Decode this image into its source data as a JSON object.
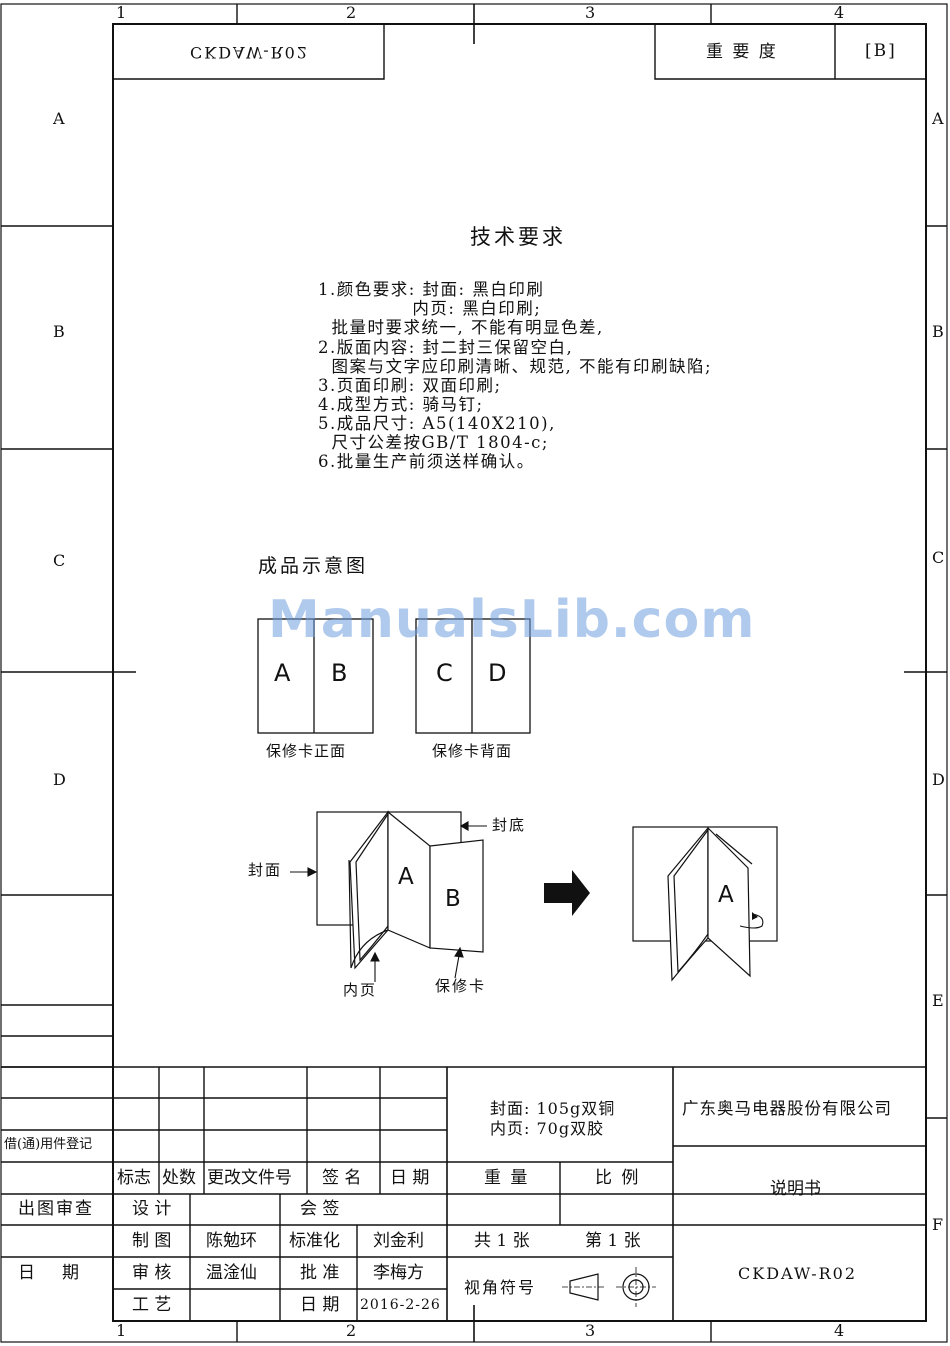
{
  "drawing": {
    "code_mirrored": "CKDAW-R02",
    "importance_label": "重 要 度",
    "importance_value": "[B]",
    "col_labels": [
      "1",
      "2",
      "3",
      "4"
    ],
    "row_labels_left": [
      "A",
      "B",
      "C",
      "D"
    ],
    "row_labels_right": [
      "A",
      "B",
      "C",
      "D",
      "E",
      "F"
    ]
  },
  "tech_req": {
    "title": "技术要求",
    "lines": [
      "1.颜色要求: 封面: 黑白印刷",
      "              内页: 黑白印刷;",
      "  批量时要求统一, 不能有明显色差,",
      "2.版面内容: 封二封三保留空白,",
      "  图案与文字应印刷清晰、规范, 不能有印刷缺陷;",
      "3.页面印刷: 双面印刷;",
      "4.成型方式: 骑马钉;",
      "5.成品尺寸: A5(140X210),",
      "  尺寸公差按GB/T 1804-c;",
      "6.批量生产前须送样确认。"
    ]
  },
  "diagram": {
    "title": "成品示意图",
    "front_letters": [
      "A",
      "B"
    ],
    "front_caption": "保修卡正面",
    "back_letters": [
      "C",
      "D"
    ],
    "back_caption": "保修卡背面",
    "lbl_cover": "封面",
    "lbl_back_cover": "封底",
    "lbl_inner": "内页",
    "lbl_card": "保修卡",
    "booklet_letters": [
      "A",
      "B"
    ],
    "result_letter": "A"
  },
  "watermark": "ManualsLib.com",
  "title_block": {
    "borrow_label": "借(通)用件登记",
    "material_line1": "封面: 105g双铜",
    "material_line2": "内页: 70g双胶",
    "company": "广东奥马电器股份有限公司",
    "doc_name": "说明书",
    "doc_code": "CKDAW-R02",
    "rev_headers": [
      "标志",
      "处数",
      "更改文件号",
      "签 名",
      "日 期"
    ],
    "weight_label": "重 量",
    "scale_label": "比 例",
    "review_label": "出图审查",
    "date_label": "日     期",
    "roles": [
      "设 计",
      "制 图",
      "审 核",
      "工 艺"
    ],
    "role_names": [
      "",
      "陈勉环",
      "温淦仙",
      ""
    ],
    "roles2": [
      "会 签",
      "标准化",
      "批 准",
      "日 期"
    ],
    "role2_names": [
      "",
      "刘金利",
      "李梅方",
      "2016-2-26"
    ],
    "sheets_total": "共 1 张",
    "sheet_no": "第 1 张",
    "view_symbol_label": "视角符号"
  }
}
